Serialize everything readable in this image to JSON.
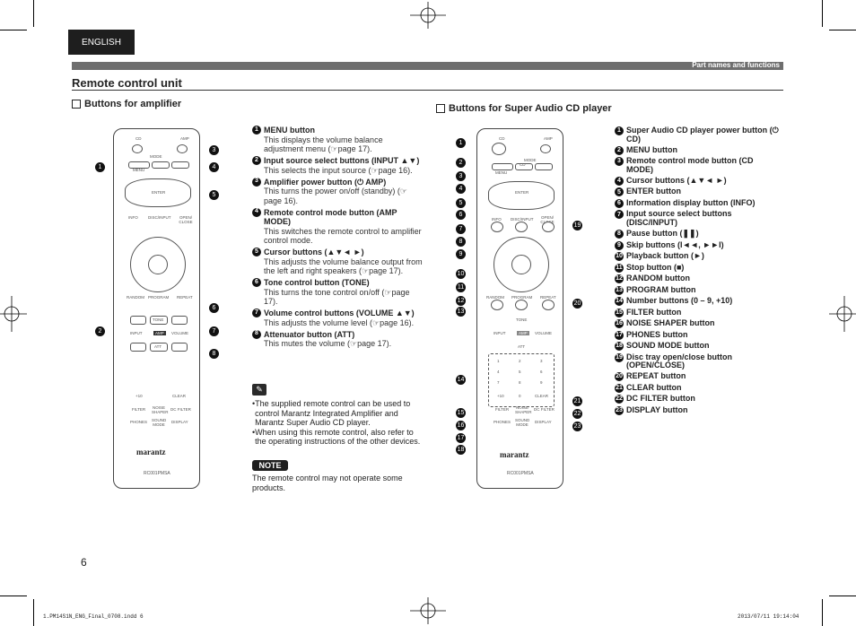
{
  "language_tab": "ENGLISH",
  "header": {
    "section": "Part names and functions"
  },
  "title": "Remote control unit",
  "amp_section": {
    "heading": "Buttons for amplifier",
    "items": [
      {
        "num": "1",
        "title": "MENU button",
        "body": "This displays the volume balance adjustment menu (☞page 17)."
      },
      {
        "num": "2",
        "title": "Input source select buttons (INPUT ▲▼)",
        "body": "This selects the input source (☞page 16)."
      },
      {
        "num": "3",
        "title": "Amplifier power button (⏻ AMP)",
        "body": "This turns the power on/off (standby) (☞page 16)."
      },
      {
        "num": "4",
        "title": "Remote control mode button (AMP MODE)",
        "body": "This switches the remote control to amplifier control mode."
      },
      {
        "num": "5",
        "title": "Cursor buttons (▲▼◄ ►)",
        "body": "This adjusts the volume balance output from the left and right speakers (☞page 17)."
      },
      {
        "num": "6",
        "title": "Tone control button (TONE)",
        "body": "This turns  the tone control on/off (☞page 17)."
      },
      {
        "num": "7",
        "title": "Volume control buttons (VOLUME ▲▼)",
        "body": "This adjusts the volume level (☞page 16)."
      },
      {
        "num": "8",
        "title": "Attenuator button (ATT)",
        "body": "This mutes the volume (☞page 17)."
      }
    ],
    "notes": [
      "The supplied remote control can be used to control Marantz Integrated Amplifier and Marantz Super Audio CD player.",
      "When using this remote control, also refer to the operating instructions of the other devices."
    ],
    "note_label": "NOTE",
    "note_text": "The remote control may not operate some products."
  },
  "cd_section": {
    "heading": "Buttons for Super Audio CD player",
    "items": [
      {
        "num": "1",
        "title": "Super Audio CD player power button (⏻ CD)"
      },
      {
        "num": "2",
        "title": "MENU button"
      },
      {
        "num": "3",
        "title": "Remote control mode button (CD MODE)"
      },
      {
        "num": "4",
        "title": "Cursor buttons (▲▼◄ ►)"
      },
      {
        "num": "5",
        "title": "ENTER button"
      },
      {
        "num": "6",
        "title": "Information display button (INFO)"
      },
      {
        "num": "7",
        "title": "Input source select buttons (DISC/INPUT)"
      },
      {
        "num": "8",
        "title": "Pause button (❚❚)"
      },
      {
        "num": "9",
        "title": "Skip buttons (I◄◄, ►►I)"
      },
      {
        "num": "10",
        "title": "Playback button (►)"
      },
      {
        "num": "11",
        "title": "Stop button (■)"
      },
      {
        "num": "12",
        "title": "RANDOM button"
      },
      {
        "num": "13",
        "title": "PROGRAM button"
      },
      {
        "num": "14",
        "title": "Number buttons (0 – 9, +10)"
      },
      {
        "num": "15",
        "title": "FILTER button"
      },
      {
        "num": "16",
        "title": "NOISE SHAPER button"
      },
      {
        "num": "17",
        "title": "PHONES button"
      },
      {
        "num": "18",
        "title": "SOUND MODE button"
      },
      {
        "num": "19",
        "title": "Disc tray open/close button (OPEN/CLOSE)"
      },
      {
        "num": "20",
        "title": "REPEAT button"
      },
      {
        "num": "21",
        "title": "CLEAR button"
      },
      {
        "num": "22",
        "title": "DC FILTER button"
      },
      {
        "num": "23",
        "title": "DISPLAY button"
      }
    ]
  },
  "remote": {
    "brand": "marantz",
    "model": "RC001PMSA",
    "labels": {
      "amp": "AMP",
      "cd": "CD",
      "mode": "MODE",
      "menu": "MENU",
      "enter": "ENTER",
      "info": "INFO",
      "disc_input": "DISC/INPUT",
      "open_close": "OPEN/ CLOSE",
      "random": "RANDOM",
      "program": "PROGRAM",
      "repeat": "REPEAT",
      "tone": "TONE",
      "input": "INPUT",
      "volume": "VOLUME",
      "att": "ATT",
      "plus10": "+10",
      "clear": "CLEAR",
      "filter": "FILTER",
      "noise_shaper": "NOISE SHAPER",
      "dc_filter": "DC FILTER",
      "phones": "PHONES",
      "sound_mode": "SOUND MODE",
      "display": "DISPLAY"
    },
    "digits": [
      "1",
      "2",
      "3",
      "4",
      "5",
      "6",
      "7",
      "8",
      "9",
      "0"
    ]
  },
  "footer": {
    "left": "1.PM14S1N_ENG_Final_0708.indd   6",
    "right": "2013/07/11   19:14:04"
  },
  "page_number": "6"
}
